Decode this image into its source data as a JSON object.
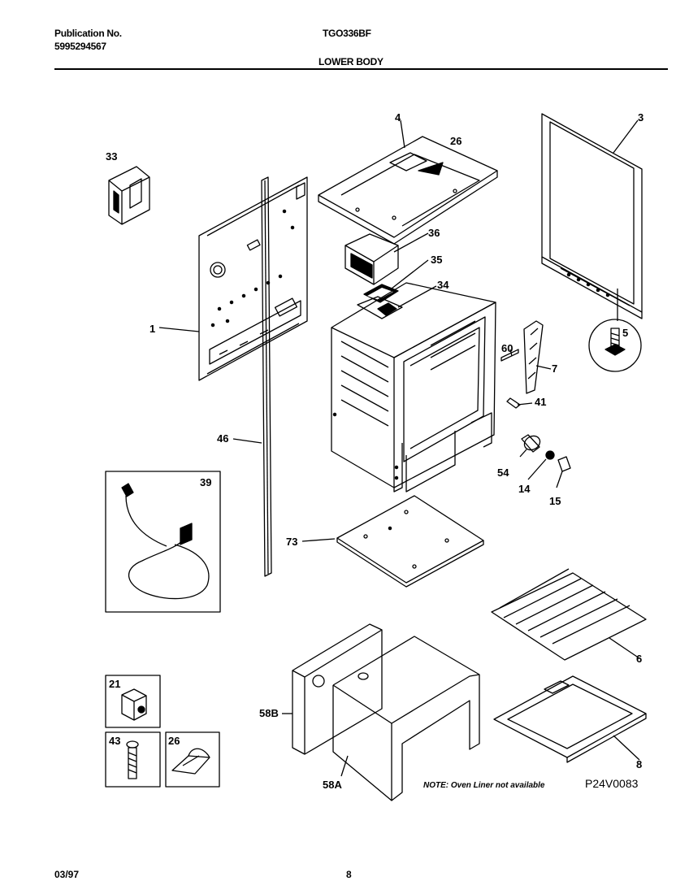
{
  "header": {
    "publication_label": "Publication No.",
    "publication_number": "5995294567",
    "model": "TGO336BF",
    "section": "LOWER BODY"
  },
  "parts": {
    "p1": "1",
    "p3": "3",
    "p4": "4",
    "p5": "5",
    "p6": "6",
    "p7": "7",
    "p8": "8",
    "p14": "14",
    "p15": "15",
    "p21": "21",
    "p26a": "26",
    "p26b": "26",
    "p33": "33",
    "p34": "34",
    "p35": "35",
    "p36": "36",
    "p39": "39",
    "p41": "41",
    "p43": "43",
    "p46": "46",
    "p54": "54",
    "p58a": "58A",
    "p58b": "58B",
    "p60": "60",
    "p73": "73"
  },
  "note": "NOTE: Oven Liner not available",
  "drawing_code": "P24V0083",
  "footer": {
    "date": "03/97",
    "page": "8"
  }
}
